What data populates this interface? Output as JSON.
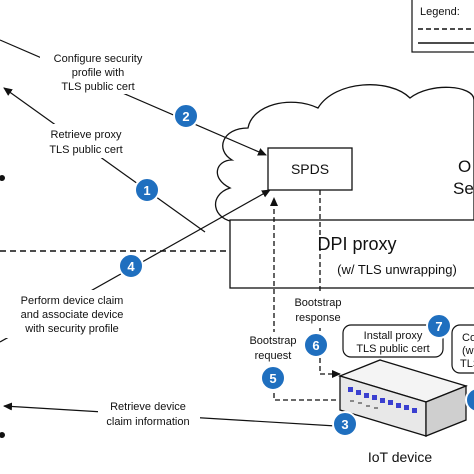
{
  "legend": {
    "title": "Legend:"
  },
  "cloud": {
    "label_line1": "O",
    "label_line2": "Ser"
  },
  "nodes": {
    "spds": "SPDS",
    "dpi_proxy": {
      "line1": "DPI proxy",
      "line2": "(w/ TLS unwrapping)"
    },
    "iot_device": "IoT device",
    "install_proxy_box": {
      "line1": "Install proxy",
      "line2": "TLS public cert"
    },
    "right_cut_box": {
      "line1": "Co",
      "line2": "(w",
      "line3": "TLS"
    }
  },
  "labels": {
    "configure_security": [
      "Configure security",
      "profile with",
      "TLS public cert"
    ],
    "retrieve_proxy": [
      "Retrieve proxy",
      "TLS public cert"
    ],
    "perform_device_claim": [
      "Perform device claim",
      "and associate device",
      "with security profile"
    ],
    "bootstrap_response": [
      "Bootstrap",
      "response"
    ],
    "bootstrap_request": [
      "Bootstrap",
      "request"
    ],
    "retrieve_device_claim": [
      "Retrieve device",
      "claim information"
    ]
  },
  "badges": [
    "1",
    "2",
    "3",
    "4",
    "5",
    "6",
    "7"
  ],
  "colors": {
    "badge": "#1f6fbf",
    "badge_text": "#ffffff",
    "line": "#111111",
    "device_blue": "#3a3fd0"
  }
}
